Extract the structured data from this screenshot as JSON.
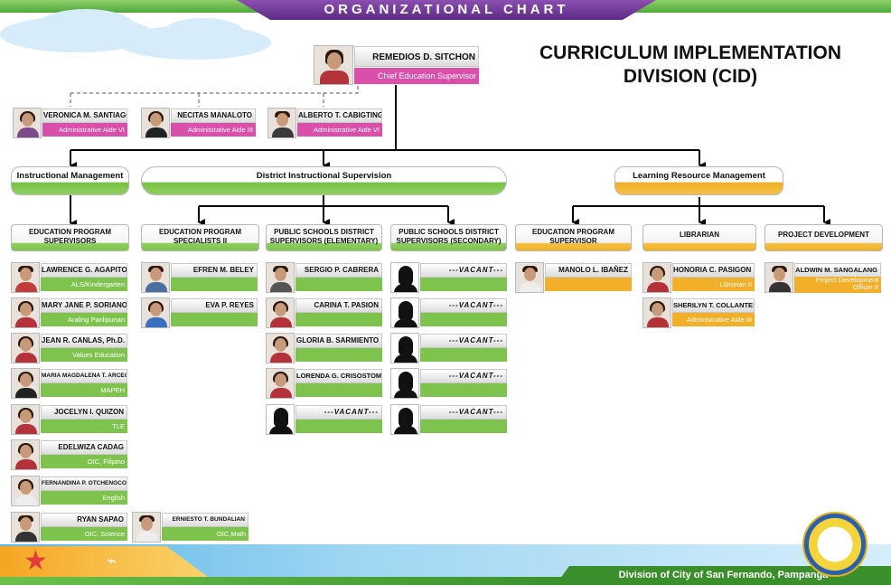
{
  "header": {
    "banner": "ORGANIZATIONAL CHART",
    "title_line1": "CURRICULUM IMPLEMENTATION",
    "title_line2": "DIVISION (CID)"
  },
  "chief": {
    "name": "REMEDIOS D. SITCHON",
    "role": "Chief Education Supervisor"
  },
  "aides": [
    {
      "name": "VERONICA M. SANTIAGO",
      "role": "Administrative Aide VI"
    },
    {
      "name": "NECITAS MANALOTO",
      "role": "Administrative Aide III"
    },
    {
      "name": "ALBERTO T. CABIGTING",
      "role": "Administrative Aide VI"
    }
  ],
  "sections": {
    "instructional": "Instructional Management",
    "district": "District Instructional Supervision",
    "learning": "Learning Resource Management"
  },
  "subheaders": {
    "eps": "EDUCATION PROGRAM SUPERVISORS",
    "epsii": "EDUCATION PROGRAM SPECIALISTS II",
    "psds_elem": "PUBLIC SCHOOLS DISTRICT SUPERVISORS (ELEMENTARY)",
    "psds_sec": "PUBLIC SCHOOLS DISTRICT SUPERVISORS (SECONDARY)",
    "eps_lr": "EDUCATION PROGRAM SUPERVISOR",
    "librarian": "LIBRARIAN",
    "project": "PROJECT DEVELOPMENT"
  },
  "eps_people": [
    {
      "name": "LAWRENCE G. AGAPITO",
      "role": "ALS/Kindergarten"
    },
    {
      "name": "MARY JANE P. SORIANO",
      "role": "Araling Panlipunan"
    },
    {
      "name": "JEAN R. CANLAS, Ph.D.",
      "role": "Values Education"
    },
    {
      "name": "MARIA MAGDALENA T. ARCEO",
      "role": "MAPEH"
    },
    {
      "name": "JOCELYN I. QUIZON",
      "role": "TLE"
    },
    {
      "name": "EDELWIZA CADAG",
      "role": "OIC, Filipino"
    },
    {
      "name": "FERNANDINA P. OTCHENGCO",
      "role": "English"
    },
    {
      "name": "RYAN SAPAO",
      "role": "OIC, Science"
    }
  ],
  "math": {
    "name": "ERNIESTO T. BUNDALIAN",
    "role": "OIC,Math"
  },
  "specialists": [
    {
      "name": "EFREN M. BELEY",
      "role": ""
    },
    {
      "name": "EVA P. REYES",
      "role": ""
    }
  ],
  "psds_elem_people": [
    {
      "name": "SERGIO P. CABRERA",
      "role": ""
    },
    {
      "name": "CARINA T. PASION",
      "role": ""
    },
    {
      "name": "GLORIA B. SARMIENTO",
      "role": ""
    },
    {
      "name": "LORENDA G. CRISOSTOMO",
      "role": ""
    },
    {
      "name": "---VACANT---",
      "role": ""
    }
  ],
  "psds_sec_people": [
    {
      "name": "---VACANT---",
      "role": ""
    },
    {
      "name": "---VACANT---",
      "role": ""
    },
    {
      "name": "---VACANT---",
      "role": ""
    },
    {
      "name": "---VACANT---",
      "role": ""
    },
    {
      "name": "---VACANT---",
      "role": ""
    }
  ],
  "lr_eps": {
    "name": "MANOLO L. IBAÑEZ",
    "role": ""
  },
  "librarians": [
    {
      "name": "HONORIA C. PASIGON",
      "role": "Librarian II"
    },
    {
      "name": "SHERILYN T. COLLANTES",
      "role": "Administrative Aide III"
    }
  ],
  "project_person": {
    "name": "ALDWIN M. SANGALANG",
    "role_line1": "Project Development",
    "role_line2": "Officer II"
  },
  "footer": "Division of City of San Fernando, Pampanga",
  "colors": {
    "green": "#7ec34e",
    "orange": "#f0ae21",
    "pink": "#d94fa9",
    "purple": "#6a3592"
  }
}
